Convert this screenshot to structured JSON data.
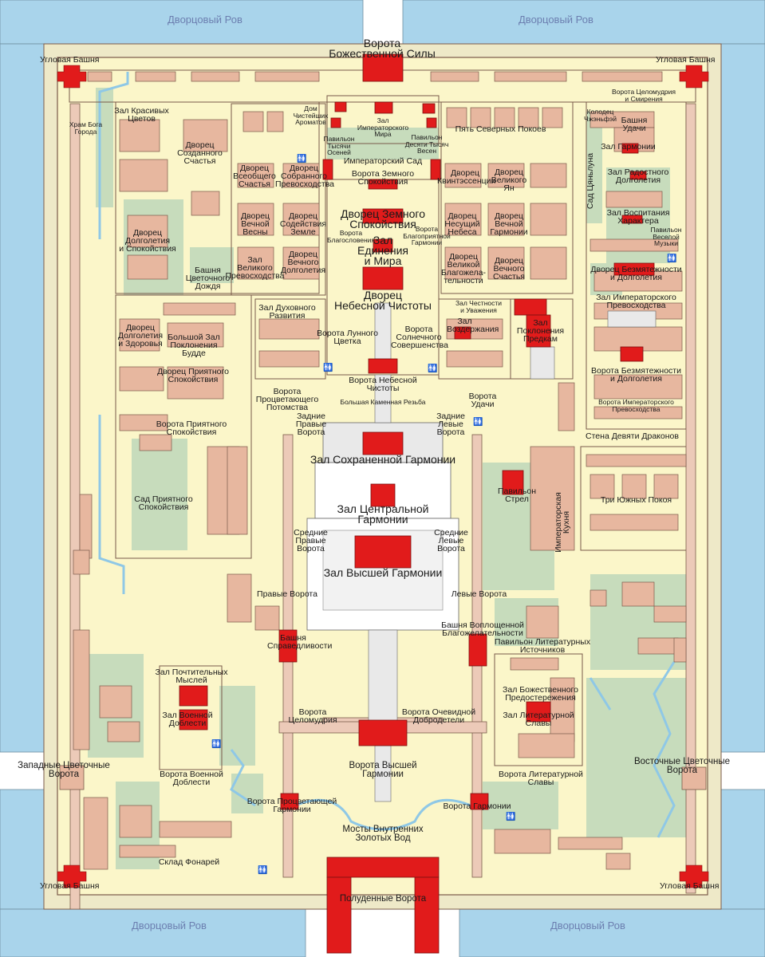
{
  "colors": {
    "moat": "#a9d4eb",
    "ground": "#fbf6c9",
    "building": "#e7b79f",
    "hall": "#e11b1b",
    "garden": "#c7dcbc",
    "water": "#8fc8e6",
    "wall": "#eccab8",
    "outline": "#7a5a4a",
    "terrace": "#e9e9e9"
  },
  "moats": {
    "top_left": "Дворцовый Ров",
    "top_right": "Дворцовый Ров",
    "bottom_left": "Дворцовый Ров",
    "bottom_right": "Дворцовый Ров"
  },
  "corner_towers": {
    "nw": "Угловая Башня",
    "ne": "Угловая Башня",
    "sw": "Угловая Башня",
    "se": "Угловая Башня"
  },
  "gates": {
    "north": "Ворота\nБожественной Силы",
    "south": "Полуденные Ворота",
    "west": "Западные Цветочные\nВорота",
    "east": "Восточные Цветочные\nВорота",
    "supreme_harmony": "Ворота Высшей\nГармонии",
    "heavenly_purity": "Ворота Небесной\nЧистоты",
    "earthly_tranquility": "Ворота Земного\nСпокойствия",
    "luck": "Ворота\nУдачи",
    "prosperous_posterity": "Ворота\nПроцветающего\nПотомства",
    "rear_right": "Задние\nПравые\nВорота",
    "rear_left": "Задние\nЛевые\nВорота",
    "middle_right": "Средние\nПравые\nВорота",
    "middle_left": "Средние\nЛевые\nВорота",
    "right": "Правые Ворота",
    "left": "Левые Ворота",
    "cheerful_mood": "Ворота\nЦеломудрия",
    "obvious_virtue": "Ворота Очевидной\nДобродетели",
    "prosperous_harmony": "Ворота Процветающей\nГармонии",
    "harmony": "Ворота Гармонии",
    "military_valor": "Ворота Военной\nДоблести",
    "literary_glory": "Ворота Литературной\nСлавы",
    "pleasant_tranquility": "Ворота Приятного\nСпокойствия",
    "lunar_flower": "Ворота Лунного\nЦветка",
    "solar_perfection": "Ворота\nСолнечного\nСовершенства",
    "auspicious_blessing": "Ворота\nБлагословения",
    "auspicious_harmony": "Ворота\nБлагоприятной\nГармонии",
    "chastity_humility": "Ворота Целомудрия\nи Смирения",
    "imperial_supremacy": "Ворота Императорского\nПревосходства",
    "boundless_longevity": "Ворота Безмятежности\nи Долголетия"
  },
  "halls": {
    "supreme_harmony": "Зал Высшей Гармонии",
    "central_harmony": "Зал Центральной\nГармонии",
    "preserved_harmony": "Зал Сохраненной Гармонии",
    "heavenly_purity": "Дворец\nНебесной Чистоты",
    "union": "Зал\nЕдинения\nи Мира",
    "earthly_tranquility": "Дворец Земного\nСпокойствия",
    "imperial_garden": "Императорский Сад",
    "imperial_peace": "Зал\nИмператорского\nМира",
    "five_north": "Пять Северных Покоев",
    "ancestors": "Зал\nПоклонения\nПредкам",
    "abstinence": "Зал\nВоздержания",
    "honesty": "Зал Честности\nи Уважения",
    "spiritual_development": "Зал Духовного\nРазвития",
    "military_valor": "Зал Военной\nДоблести",
    "respectful_thoughts": "Зал Почтительных\nМыслей",
    "literary_glory": "Зал Литературной\nСлавы",
    "divine_warning": "Зал Божественного\nПредостережения",
    "literary_sources": "Павильон Литературных\nИсточников",
    "arrows": "Павильон\nСтрел",
    "kitchen": "Императорская\nКухня",
    "three_south": "Три Южных Покоя",
    "nine_dragons": "Стена Девяти Драконов",
    "imperial_supremacy": "Зал Императорского\nПревосходства",
    "tranquil_longevity": "Дворец Безмятежности\nи Долголетия",
    "merry_music": "Павильон\nВеселой\nМузыки",
    "character": "Зал Воспитания\nХарактера",
    "joyful_longevity": "Зал Радостного\nДолголетия",
    "harmony_hall": "Зал Гармонии",
    "luck_tower": "Башня\nУдачи",
    "well_zhenfei": "Колодец\nЧжэньфэй",
    "lantern_store": "Склад Фонарей",
    "inner_golden_bridges": "Мосты Внутренних\nЗолотых Вод",
    "big_stone_carving": "Большая Каменная Резьба",
    "justice_tower": "Башня\nСправедливости",
    "benevolence_tower": "Башня Воплощенной\nБлагожелательности",
    "beautiful_flowers": "Зал Красивых\nЦветов",
    "city_god_temple": "Храм Бога\nГорода",
    "created_happiness": "Дворец\nСозданного\nСчастья",
    "longevity_tranquility": "Дворец Долголетия\nи Спокойствия",
    "flower_rain": "Башня\nЦветочного\nДождя",
    "longevity_health": "Дворец\nДолголетия\nи Здоровья",
    "buddha_worship": "Большой Зал\nПоклонения\nБудде",
    "pleasant_tranquility": "Дворец Приятного\nСпокойствия",
    "pleasant_garden": "Сад Приятного\nСпокойствия",
    "clean_aromas": "Дом\nЧистейших\nАроматов",
    "thousand_autumns": "Павильон\nТысячи\nОсеней",
    "ten_thousand_springs": "Павильон\nДесяти Тысяч\nВесен",
    "eternal_spring": "Дворец\nВечной\nВесны",
    "universal_happiness": "Дворец\nВсеобщего\nСчастья",
    "collected_excellence": "Дворец\nСобранного\nПревосходства",
    "assisting_earth": "Дворец\nСодействия\nЗемле",
    "eternal_longevity": "Дворец\nВечного\nДолголетия",
    "great_excellence": "Зал\nВеликого\nПревосходства",
    "quintessence": "Дворец\nКвинтэссенции",
    "great_yang": "Дворец\nВеликого\nЯн",
    "supporting_heaven": "Дворец\nНесущий\nНебеса",
    "eternal_harmony": "Дворец\nВечной\nГармонии",
    "great_benevolence": "Дворец\nВеликой\nБлагожела-\nтельности",
    "eternal_happiness": "Дворец\nВечного\nСчастья",
    "qianlong_garden": "Сад Цяньлуна"
  }
}
